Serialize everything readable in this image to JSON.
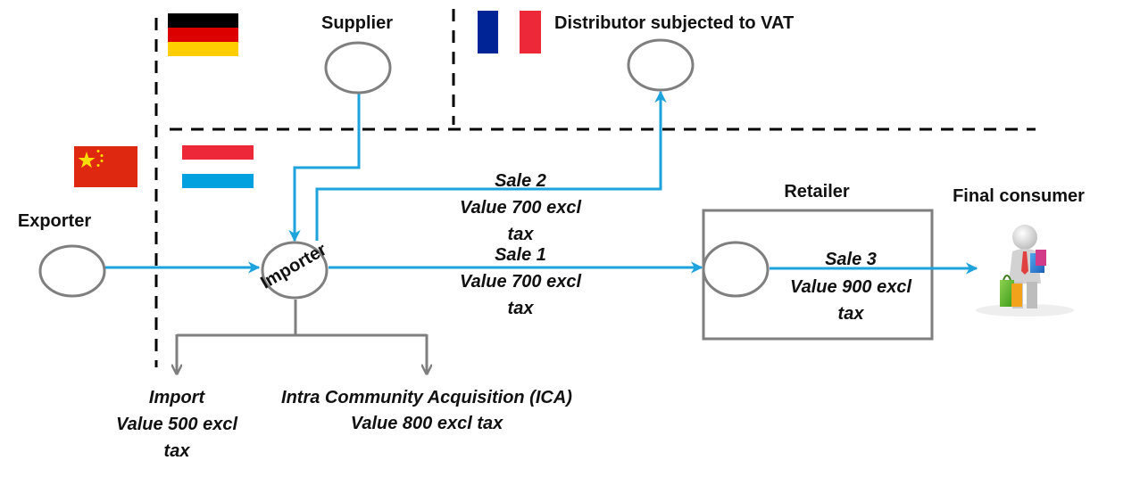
{
  "nodes": {
    "supplier": "Supplier",
    "distributor": "Distributor subjected to VAT",
    "exporter": "Exporter",
    "importer": "Importer",
    "retailer": "Retailer",
    "final_consumer": "Final consumer"
  },
  "flows": {
    "sale2": {
      "title": "Sale 2",
      "line1": "Value 700 excl",
      "line2": "tax"
    },
    "sale1": {
      "title": "Sale 1",
      "line1": "Value 700 excl",
      "line2": "tax"
    },
    "sale3": {
      "title": "Sale 3",
      "line1": "Value 900 excl",
      "line2": "tax"
    },
    "import": {
      "title": "Import",
      "line1": "Value 500 excl",
      "line2": "tax"
    },
    "ica": {
      "title": "Intra Community Acquisition (ICA)",
      "line1": "Value 800 excl tax"
    }
  },
  "colors": {
    "flow_arrow": "#1ea3dc",
    "node_stroke": "#7f7f7f",
    "branch_arrow": "#7f7f7f",
    "border_dash": "#000000"
  },
  "flags": [
    "germany-flag",
    "france-flag",
    "china-flag",
    "luxembourg-flag"
  ],
  "icons": [
    "shopper-figure-icon"
  ]
}
